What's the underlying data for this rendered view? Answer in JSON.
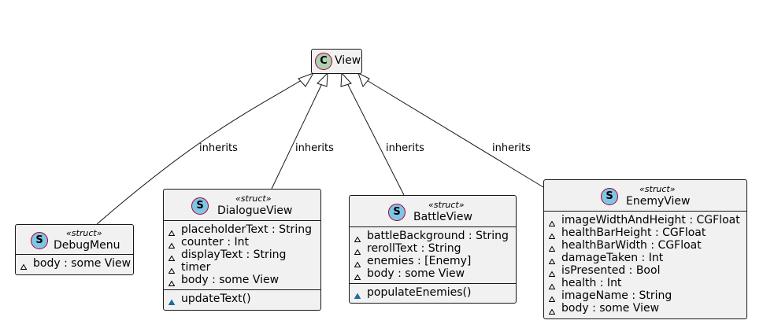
{
  "parent": {
    "stereotype_letter": "C",
    "name": "View"
  },
  "edge_label": "inherits",
  "classes": [
    {
      "key": "debug",
      "stereotype_letter": "S",
      "stereotype": "«struct»",
      "name": "DebugMenu",
      "fields": [
        "body : some View"
      ],
      "methods": []
    },
    {
      "key": "dialogue",
      "stereotype_letter": "S",
      "stereotype": "«struct»",
      "name": "DialogueView",
      "fields": [
        "placeholderText : String",
        "counter : Int",
        "displayText : String",
        "timer",
        "body : some View"
      ],
      "methods": [
        "updateText()"
      ]
    },
    {
      "key": "battle",
      "stereotype_letter": "S",
      "stereotype": "«struct»",
      "name": "BattleView",
      "fields": [
        "battleBackground : String",
        "rerollText : String",
        "enemies : [Enemy]",
        "body : some View"
      ],
      "methods": [
        "populateEnemies()"
      ]
    },
    {
      "key": "enemy",
      "stereotype_letter": "S",
      "stereotype": "«struct»",
      "name": "EnemyView",
      "fields": [
        "imageWidthAndHeight : CGFloat",
        "healthBarHeight : CGFloat",
        "healthBarWidth : CGFloat",
        "damageTaken : Int",
        "isPresented : Bool",
        "health : Int",
        "imageName : String",
        "body : some View"
      ],
      "methods": []
    }
  ],
  "colors": {
    "struct_circle": "#7fc6e4",
    "class_circle": "#add1b2",
    "circle_border": "#a80036",
    "box_fill": "#f1f1f1",
    "line": "#181818"
  }
}
